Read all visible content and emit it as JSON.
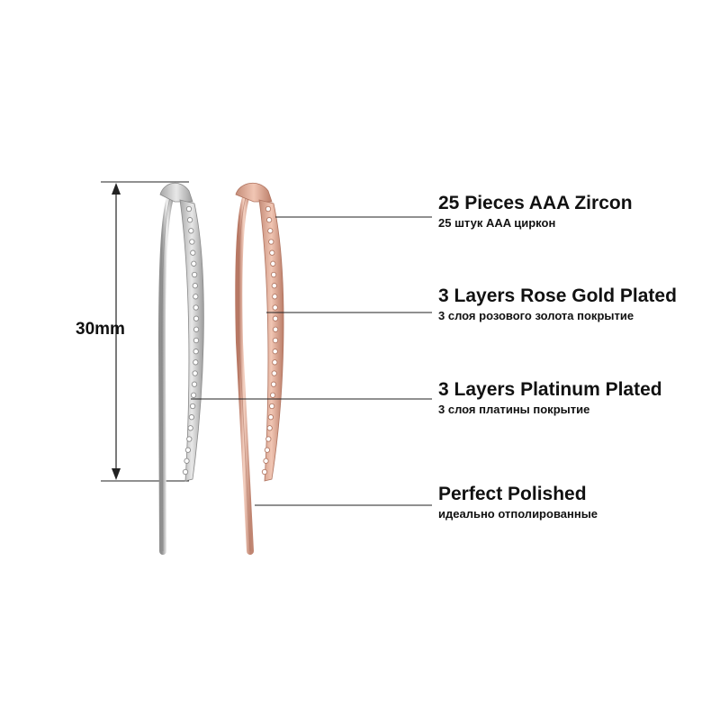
{
  "dimension": {
    "label": "30mm"
  },
  "callouts": [
    {
      "title": "25 Pieces AAA Zircon",
      "subtitle": "25 штук AAA циркон"
    },
    {
      "title": "3 Layers Rose Gold Plated",
      "subtitle": "3 слоя розового золота покрытие"
    },
    {
      "title": "3 Layers Platinum Plated",
      "subtitle": "3 слоя платины покрытие"
    },
    {
      "title": "Perfect Polished",
      "subtitle": "идеально отполированные"
    }
  ],
  "colors": {
    "background": "#ffffff",
    "silver": "#c8c8c8",
    "silver_dark": "#8e8e8e",
    "rose_gold": "#e3ad98",
    "rose_gold_dark": "#b97a66",
    "line": "#222222"
  }
}
